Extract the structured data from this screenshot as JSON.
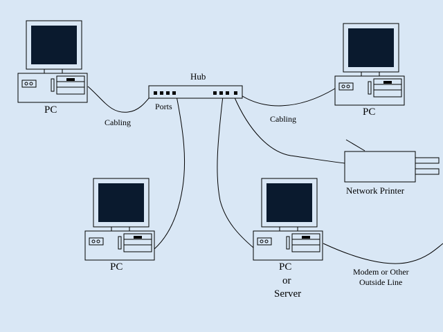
{
  "diagram": {
    "hub": {
      "label": "Hub",
      "ports_label": "Ports"
    },
    "cabling_labels": [
      "Cabling",
      "Cabling"
    ],
    "nodes": {
      "pc_top_left": {
        "label": "PC"
      },
      "pc_top_right": {
        "label": "PC"
      },
      "pc_bottom_left": {
        "label": "PC"
      },
      "pc_server": {
        "label_lines": [
          "PC",
          "or",
          "Server"
        ]
      },
      "printer": {
        "label": "Network Printer"
      }
    },
    "outside_line": {
      "label_lines": [
        "Modem or Other",
        "Outside Line"
      ]
    },
    "colors": {
      "background": "#d9e7f5",
      "screen": "#0a1a2e",
      "line": "#000000"
    }
  }
}
